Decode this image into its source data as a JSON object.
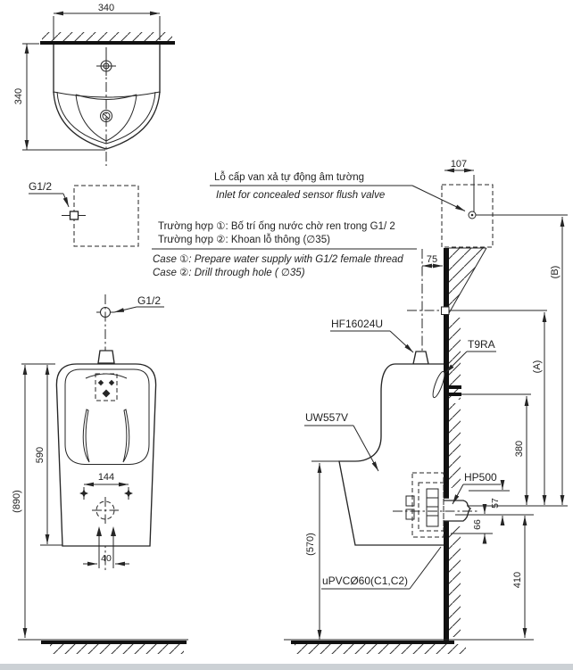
{
  "colors": {
    "ink": "#262626",
    "footer_bar": "#ccd1d5"
  },
  "notes": {
    "inlet_vi": "Lỗ cấp van xả tự động âm tường",
    "inlet_en": "Inlet for concealed sensor flush valve",
    "case1_vi": "Trường hợp ①: Bố trí ống nước chờ ren trong G1/ 2",
    "case2_vi": "Trường hợp ②: Khoan lỗ thông (∅35)",
    "case1_en": "Case ①: Prepare water supply with G1/2 female thread",
    "case2_en": "Case ②: Drill through hole ( ∅35)"
  },
  "part_labels": {
    "detail_thread": "G1/2",
    "front_thread": "G1/2",
    "spud": "HF16024U",
    "hanger": "T9RA",
    "urinal_model": "UW557V",
    "trap": "HP500",
    "drain_pipe": "uPVCØ60(C1,C2)"
  },
  "dimensions": {
    "plan_width": "340",
    "plan_depth": "340",
    "body_height": "590",
    "overall_height": "(890)",
    "bolt_pitch": "144",
    "outlet_pitch": "40",
    "inlet_offset": "107",
    "supply_offset": "75",
    "dim_b": "(B)",
    "dim_a": "(A)",
    "hanger_height": "380",
    "outlet_top": "57",
    "outlet_bottom": "66",
    "outlet_height": "410",
    "rim_height": "(570)"
  }
}
